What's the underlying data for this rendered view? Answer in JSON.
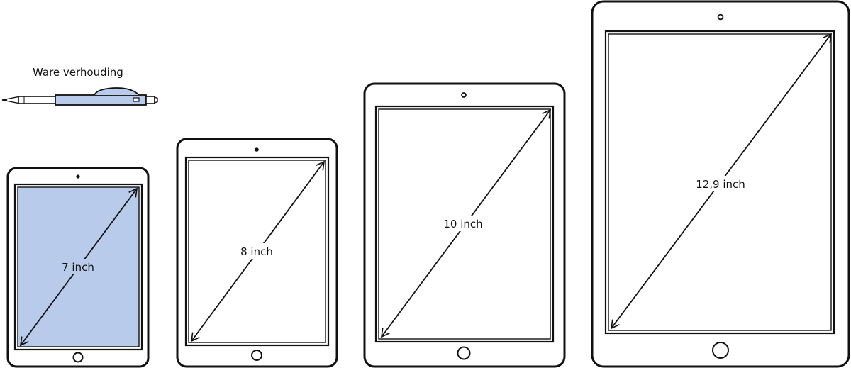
{
  "caption": "Ware verhouding",
  "colors": {
    "stroke": "#111111",
    "highlight": "#b8cbea",
    "background": "#ffffff"
  },
  "tablets": [
    {
      "id": "tablet-7",
      "label": "7 inch",
      "highlighted": true
    },
    {
      "id": "tablet-8",
      "label": "8 inch",
      "highlighted": false
    },
    {
      "id": "tablet-10",
      "label": "10 inch",
      "highlighted": false
    },
    {
      "id": "tablet-12-9",
      "label": "12,9 inch",
      "highlighted": false
    }
  ],
  "pen": {
    "icon": "pen-icon"
  }
}
